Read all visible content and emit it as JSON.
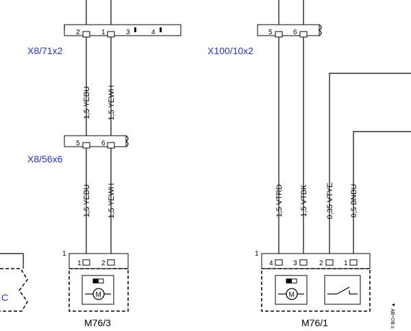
{
  "connectors": {
    "x8_71x2": {
      "label": "X8/71x2",
      "pins": [
        "2",
        "1",
        "3",
        "4"
      ]
    },
    "x8_56x6": {
      "label": "X8/56x6",
      "pins": [
        "5",
        "6"
      ]
    },
    "x100_10x2": {
      "label": "X100/10x2",
      "pins": [
        "5",
        "6"
      ]
    }
  },
  "wires": {
    "m763_upper": [
      "1,5 YEBU",
      "1,5 YEWH"
    ],
    "m763_lower": [
      "1,5 YEBU",
      "1,5 YEWH"
    ],
    "m761": [
      "1,5 VTRD",
      "1,5 VTBK",
      "0,35 VTYE",
      "0,5 BNBU"
    ]
  },
  "components": {
    "m763": {
      "label": "M76/3",
      "frame_no": "1",
      "pins": [
        "1",
        "2"
      ]
    },
    "m761": {
      "label": "M76/1",
      "frame_no": "1",
      "pins": [
        "4",
        "3",
        "2",
        "1"
      ]
    },
    "left_partial": {
      "label": "C"
    }
  },
  "side_text": "ꟻ ꓭꓷ꓿ꓭꓯ ▲",
  "colors": {
    "connector_label": "#2233cc",
    "line": "#000000",
    "background": "#ffffff"
  }
}
